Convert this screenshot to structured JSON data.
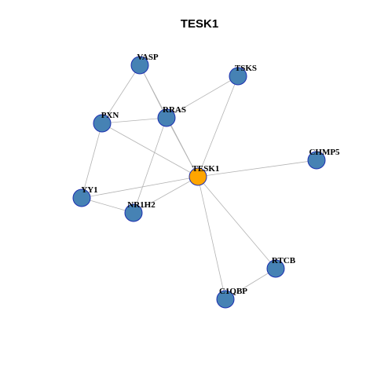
{
  "title": "TESK1",
  "colors": {
    "center_node": "#ffa500",
    "neighbor_node": "#4682b4",
    "node_border": "#1c2fb0",
    "edge": "#b3b3b3"
  },
  "graph": {
    "nodes": [
      {
        "id": "TESK1",
        "label": "TESK1",
        "role": "center"
      },
      {
        "id": "VASP",
        "label": "VASP",
        "role": "neighbor"
      },
      {
        "id": "TSKS",
        "label": "TSKS",
        "role": "neighbor"
      },
      {
        "id": "RRAS",
        "label": "RRAS",
        "role": "neighbor"
      },
      {
        "id": "PXN",
        "label": "PXN",
        "role": "neighbor"
      },
      {
        "id": "CHMP5",
        "label": "CHMP5",
        "role": "neighbor"
      },
      {
        "id": "YY1",
        "label": "YY1",
        "role": "neighbor"
      },
      {
        "id": "NR1H2",
        "label": "NR1H2",
        "role": "neighbor"
      },
      {
        "id": "RTCB",
        "label": "RTCB",
        "role": "neighbor"
      },
      {
        "id": "C1QBP",
        "label": "C1QBP",
        "role": "neighbor"
      }
    ],
    "edges": [
      [
        "VASP",
        "PXN"
      ],
      [
        "VASP",
        "RRAS"
      ],
      [
        "VASP",
        "TESK1"
      ],
      [
        "TSKS",
        "RRAS"
      ],
      [
        "TSKS",
        "TESK1"
      ],
      [
        "PXN",
        "RRAS"
      ],
      [
        "PXN",
        "TESK1"
      ],
      [
        "PXN",
        "YY1"
      ],
      [
        "RRAS",
        "TESK1"
      ],
      [
        "RRAS",
        "NR1H2"
      ],
      [
        "CHMP5",
        "TESK1"
      ],
      [
        "YY1",
        "TESK1"
      ],
      [
        "YY1",
        "NR1H2"
      ],
      [
        "NR1H2",
        "TESK1"
      ],
      [
        "TESK1",
        "RTCB"
      ],
      [
        "TESK1",
        "C1QBP"
      ],
      [
        "RTCB",
        "C1QBP"
      ]
    ]
  }
}
